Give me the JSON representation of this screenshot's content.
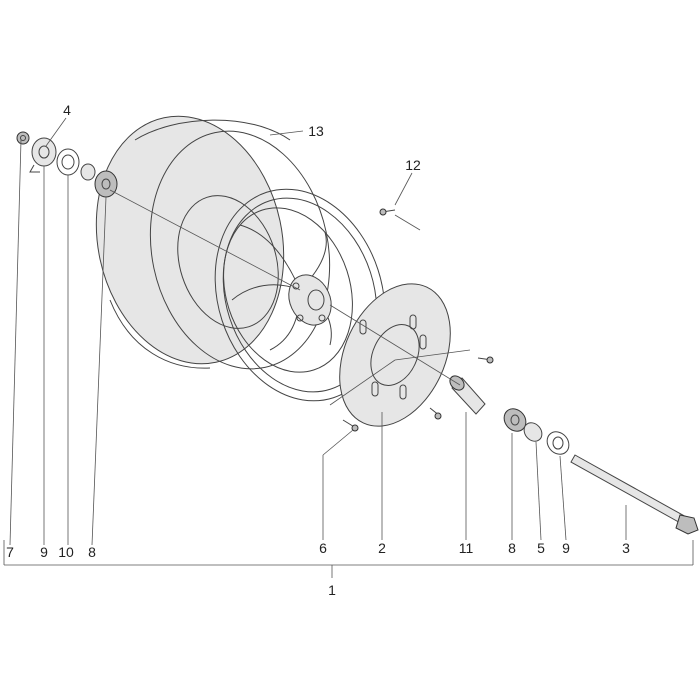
{
  "diagram": {
    "callouts": {
      "c1": "1",
      "c2": "2",
      "c3": "3",
      "c4": "4",
      "c5": "5",
      "c6": "6",
      "c7": "7",
      "c8a": "8",
      "c8b": "8",
      "c9a": "9",
      "c9b": "9",
      "c10": "10",
      "c11": "11",
      "c12": "12",
      "c13": "13"
    },
    "colors": {
      "line": "#444444",
      "shade": "#e6e6e6",
      "dark": "#bdbdbd"
    }
  }
}
